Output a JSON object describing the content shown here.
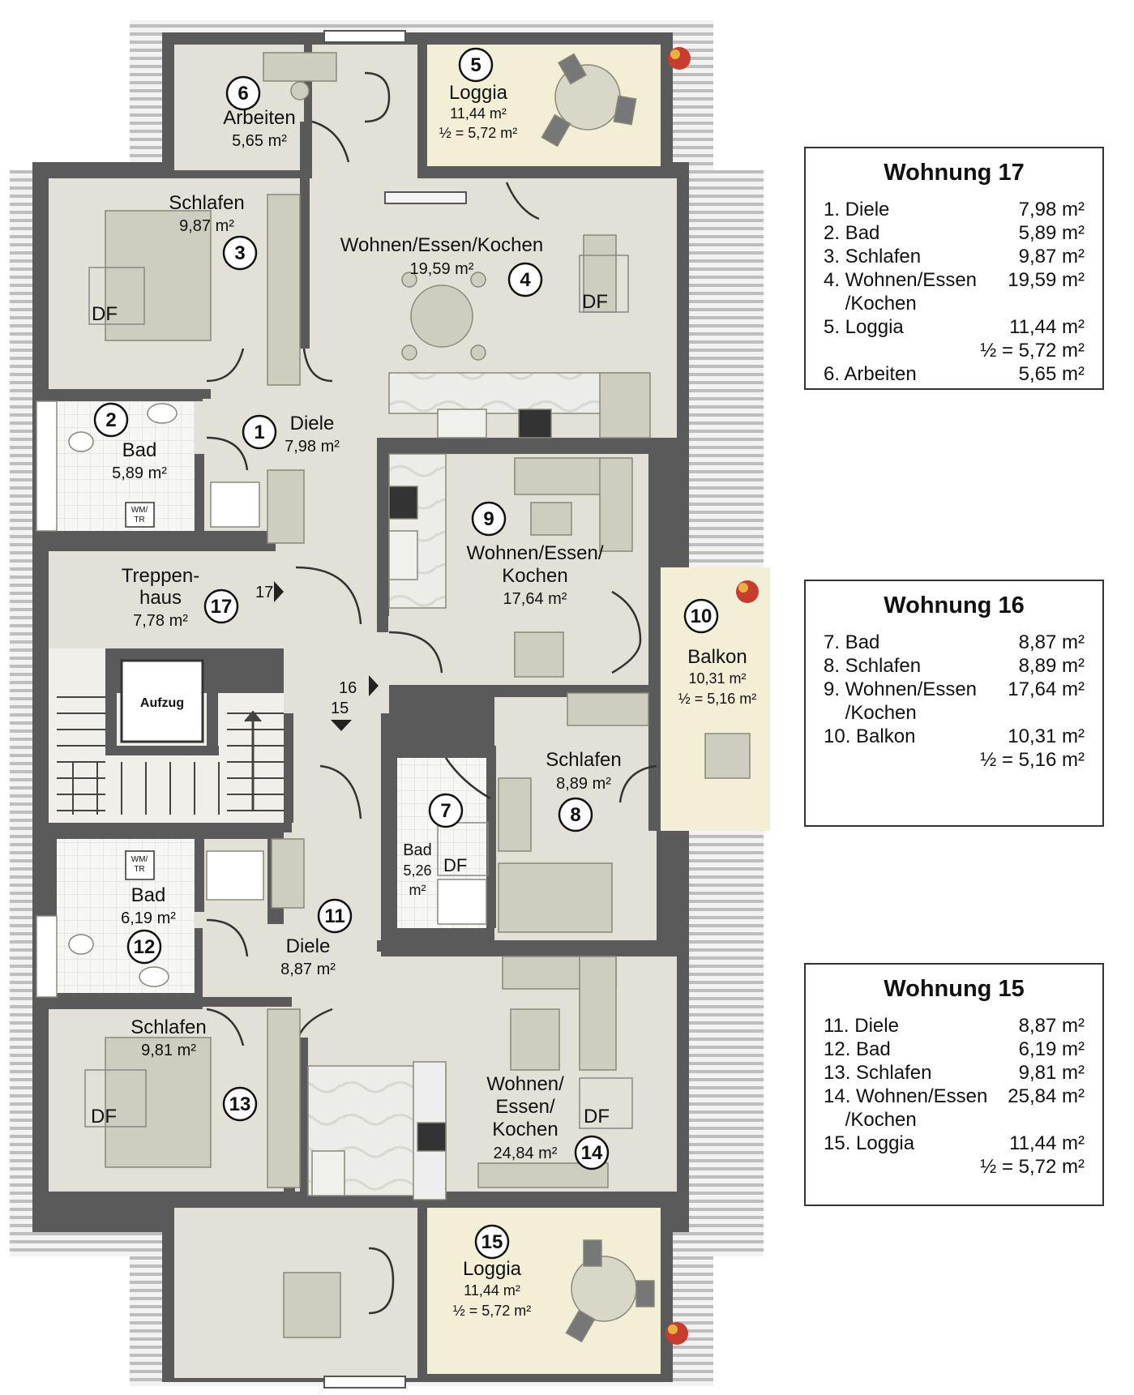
{
  "rooms": {
    "arbeiten": {
      "num": "6",
      "name": "Arbeiten",
      "area": "5,65 m²"
    },
    "loggia_top": {
      "num": "5",
      "name": "Loggia",
      "area": "11,44 m²",
      "half": "½ = 5,72 m²"
    },
    "schlafen_3": {
      "num": "3",
      "name": "Schlafen",
      "area": "9,87 m²"
    },
    "wohnen_4": {
      "num": "4",
      "name": "Wohnen/Essen/Kochen",
      "area": "19,59 m²"
    },
    "bad_2": {
      "num": "2",
      "name": "Bad",
      "area": "5,89 m²"
    },
    "diele_1": {
      "num": "1",
      "name": "Diele",
      "area": "7,98 m²"
    },
    "wohnen_9": {
      "num": "9",
      "name1": "Wohnen/Essen/",
      "name2": "Kochen",
      "area": "17,64 m²"
    },
    "treppenhaus": {
      "num": "17",
      "name1": "Treppen-",
      "name2": "haus",
      "area": "7,78 m²"
    },
    "balkon": {
      "num": "10",
      "name": "Balkon",
      "area": "10,31 m²",
      "half": "½ = 5,16 m²"
    },
    "schlafen_8": {
      "num": "8",
      "name": "Schlafen",
      "area": "8,89 m²"
    },
    "bad_7": {
      "num": "7",
      "name": "Bad",
      "area1": "5,26",
      "area2": "m²"
    },
    "bad_12": {
      "num": "12",
      "name": "Bad",
      "area": "6,19 m²"
    },
    "diele_11": {
      "num": "11",
      "name": "Diele",
      "area": "8,87 m²"
    },
    "schlafen_13": {
      "num": "13",
      "name": "Schlafen",
      "area": "9,81 m²"
    },
    "wohnen_14": {
      "num": "14",
      "name1": "Wohnen/",
      "name2": "Essen/",
      "name3": "Kochen",
      "area": "24,84 m²"
    },
    "loggia_bottom": {
      "num": "15",
      "name": "Loggia",
      "area": "11,44 m²",
      "half": "½ = 5,72 m²"
    }
  },
  "labels": {
    "aufzug": "Aufzug",
    "df": "DF",
    "wmtr_1": "WM/",
    "wmtr_2": "TR",
    "entry_17": "17",
    "entry_16": "16",
    "entry_15": "15"
  },
  "panels": [
    {
      "title": "Wohnung 17",
      "rows": [
        {
          "name": "1. Diele",
          "area": "7,98 m²"
        },
        {
          "name": "2. Bad",
          "area": "5,89 m²"
        },
        {
          "name": "3. Schlafen",
          "area": "9,87 m²"
        },
        {
          "name": "4. Wohnen/Essen",
          "area": "19,59 m²"
        },
        {
          "name": "    /Kochen",
          "area": ""
        },
        {
          "name": "5. Loggia",
          "area": "11,44 m²"
        },
        {
          "name": "",
          "area": "½ = 5,72 m²"
        },
        {
          "name": "6. Arbeiten",
          "area": "5,65 m²"
        }
      ]
    },
    {
      "title": "Wohnung 16",
      "rows": [
        {
          "name": "7. Bad",
          "area": "8,87 m²"
        },
        {
          "name": "8. Schlafen",
          "area": "8,89 m²"
        },
        {
          "name": "9. Wohnen/Essen",
          "area": "17,64 m²"
        },
        {
          "name": "    /Kochen",
          "area": ""
        },
        {
          "name": "10. Balkon",
          "area": "10,31 m²"
        },
        {
          "name": "",
          "area": "½ = 5,16 m²"
        }
      ]
    },
    {
      "title": "Wohnung 15",
      "rows": [
        {
          "name": "11. Diele",
          "area": "8,87 m²"
        },
        {
          "name": "12. Bad",
          "area": "6,19 m²"
        },
        {
          "name": "13. Schlafen",
          "area": "9,81 m²"
        },
        {
          "name": "14. Wohnen/Essen",
          "area": "25,84 m²"
        },
        {
          "name": "    /Kochen",
          "area": ""
        },
        {
          "name": "15. Loggia",
          "area": "11,44 m²"
        },
        {
          "name": "",
          "area": "½ = 5,72 m²"
        }
      ]
    }
  ],
  "colors": {
    "wall": "#5a5a5a",
    "floor": "#e3e1d7",
    "loggia": "#f3efd7",
    "tile": "#f4f4f2",
    "roof": "#bdbdbd",
    "furniture": "#cfcdbf"
  }
}
